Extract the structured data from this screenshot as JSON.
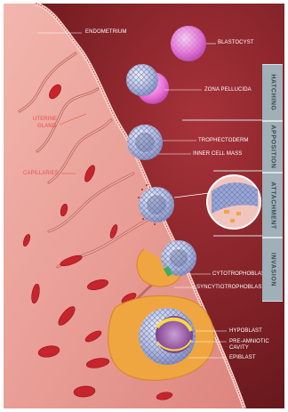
{
  "labels": {
    "endometrium": "ENDOMETRIUM",
    "uterine_gland_line1": "UTERINE",
    "uterine_gland_line2": "GLAND",
    "capillaries": "CAPILLARIES",
    "blastocyst": "BLASTOCYST",
    "zona_pellucida": "ZONA PELLUCIDA",
    "trophectoderm": "TROPHECTODERM",
    "inner_cell_mass": "INNER CELL MASS",
    "cytotrophoblast": "CYTOTROPHOBLAST",
    "syncytiotrophoblast": "SYNCYTIOTROPHOBLAST",
    "hypoblast": "HYPOBLAST",
    "pre_amniotic_cavity_line1": "PRE-AMNIOTIC",
    "pre_amniotic_cavity_line2": "CAVITY",
    "epiblast": "EPIBLAST"
  },
  "stages": [
    "HATCHING",
    "APPOSITION",
    "ATTACHMENT",
    "INVASION"
  ],
  "colors": {
    "tissue": "#e79a92",
    "tissue_dark": "#b9413e",
    "lumen": "#7a1f24",
    "capillary": "#c8242c",
    "stage_panel": "#9fb0b8",
    "blastocyst_pink": "#e86fd6",
    "cell_blue": "#9aa7d6",
    "trophoblast_orange": "#f0a640"
  }
}
